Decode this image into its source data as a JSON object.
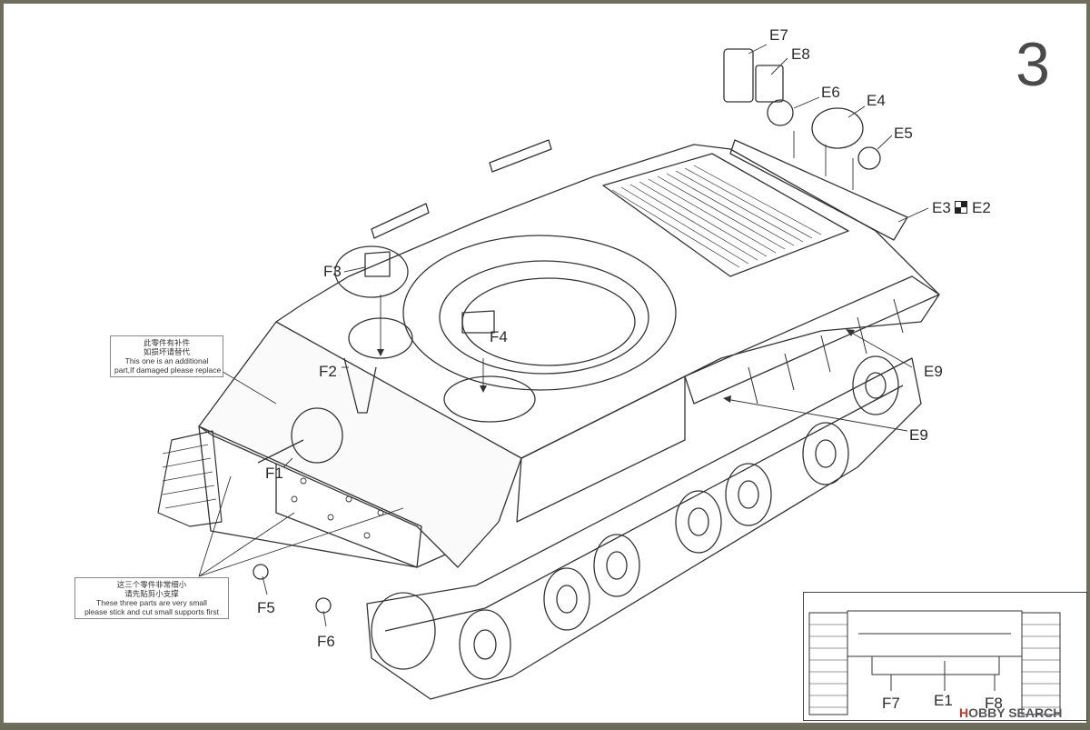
{
  "step_number": "3",
  "labels": {
    "E7": "E7",
    "E8": "E8",
    "E6": "E6",
    "E4": "E4",
    "E5": "E5",
    "E3": "E3",
    "E2": "E2",
    "F3": "F3",
    "F4": "F4",
    "F2": "F2",
    "F1": "F1",
    "E9a": "E9",
    "E9b": "E9",
    "F5": "F5",
    "F6": "F6",
    "F7": "F7",
    "E1": "E1",
    "F8": "F8"
  },
  "notes": {
    "spare": {
      "cn1": "此零件有补件",
      "cn2": "如损坏请替代",
      "en1": "This one is an additional",
      "en2": "part,If damaged please replace"
    },
    "small": {
      "cn1": "这三个零件非常细小",
      "cn2": "请先贴剪小支撑",
      "en1": "These three parts are very small",
      "en2": "please stick and cut small supports first"
    }
  },
  "watermark": {
    "brand_red": "H",
    "brand_rest": "OBBY",
    "suffix": "SEARCH"
  },
  "colors": {
    "frame": "#6f6e5c",
    "line": "#333333",
    "paper": "#ffffff"
  }
}
